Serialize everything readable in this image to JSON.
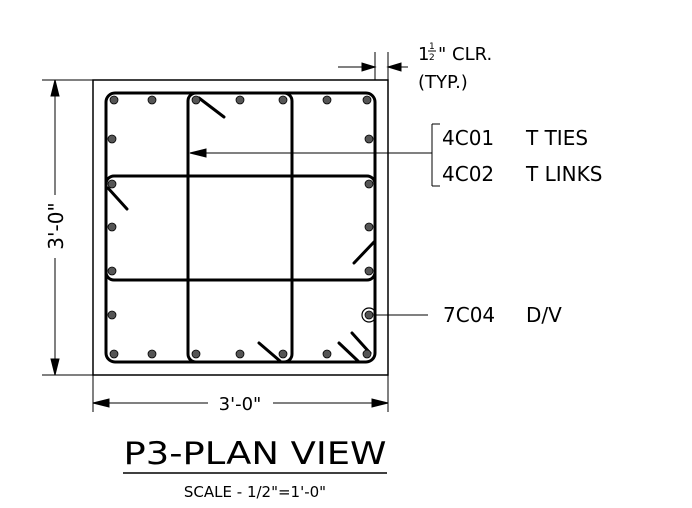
{
  "drawing": {
    "title": "P3-PLAN VIEW",
    "scale": "SCALE - 1/2\"=1'-0\"",
    "clearance": {
      "whole": "1",
      "fraction_num": "1",
      "fraction_den": "2",
      "suffix": "\" CLR.",
      "note": "(TYP.)"
    },
    "callouts": {
      "ties_mark": "4C01",
      "ties_desc": "T TIES",
      "links_mark": "4C02",
      "links_desc": "T LINKS",
      "bar_mark": "7C04",
      "bar_desc": "D/V"
    },
    "dimensions": {
      "width": "3'-0\"",
      "height": "3'-0\""
    }
  }
}
